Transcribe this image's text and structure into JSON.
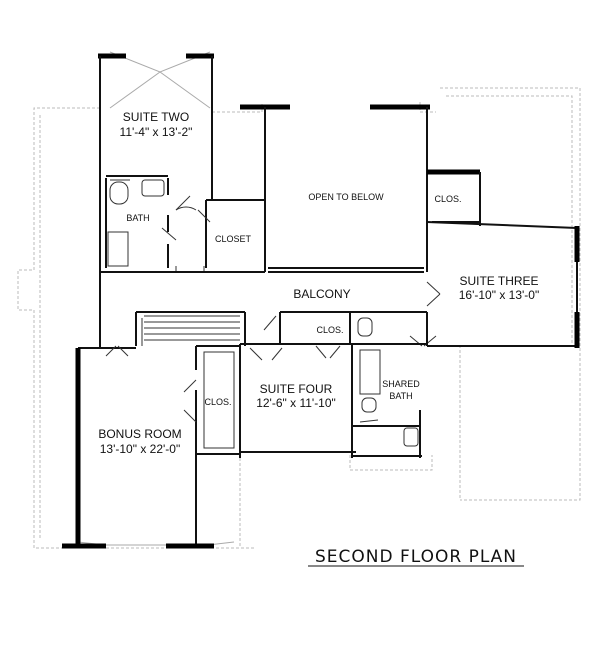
{
  "plan": {
    "title": "SECOND FLOOR PLAN",
    "rooms": {
      "suite_two": {
        "name": "SUITE TWO",
        "size": "11'-4\" x 13'-2\""
      },
      "bath": {
        "name": "BATH"
      },
      "closet": {
        "name": "CLOSET"
      },
      "open_to_below": {
        "name": "OPEN TO BELOW"
      },
      "clos_top": {
        "name": "CLOS."
      },
      "suite_three": {
        "name": "SUITE THREE",
        "size": "16'-10\" x 13'-0\""
      },
      "balcony": {
        "name": "BALCONY"
      },
      "clos_mid": {
        "name": "CLOS."
      },
      "suite_four": {
        "name": "SUITE FOUR",
        "size": "12'-6\" x 11'-10\""
      },
      "shared_bath": {
        "name": "SHARED",
        "name2": "BATH"
      },
      "clos_bonus": {
        "name": "CLOS."
      },
      "bonus_room": {
        "name": "BONUS ROOM",
        "size": "13'-10\" x 22'-0\""
      }
    }
  }
}
